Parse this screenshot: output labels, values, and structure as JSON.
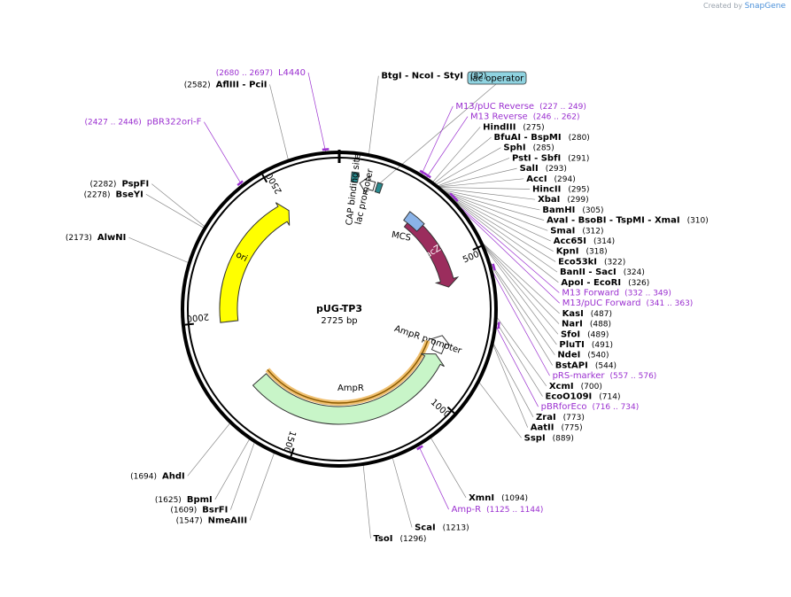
{
  "credit": {
    "prefix": "Created by",
    "brand": "SnapGene"
  },
  "plasmid": {
    "name": "pUG-TP3",
    "length": "2725 bp",
    "total": 2725
  },
  "ticks": [
    {
      "pos": 500,
      "label": "500"
    },
    {
      "pos": 1000,
      "label": "1000"
    },
    {
      "pos": 1500,
      "label": "1500"
    },
    {
      "pos": 2000,
      "label": "2000"
    },
    {
      "pos": 2500,
      "label": "2500"
    }
  ],
  "features": [
    {
      "name": "lacZα",
      "start": 290,
      "end": 595,
      "dir": 1,
      "color": "#9b2d5d",
      "label": "lacZα"
    },
    {
      "name": "MCS",
      "start": 272,
      "end": 340,
      "dir": 0,
      "color": "#8ab3e8",
      "label": "MCS"
    },
    {
      "name": "lac promoter",
      "start": 70,
      "end": 120,
      "dir": -1,
      "color": "#ffffff",
      "label": "lac promoter"
    },
    {
      "name": "lac operator",
      "start": 128,
      "end": 145,
      "dir": 0,
      "color": "#2a8a8e",
      "label": "lac operator"
    },
    {
      "name": "CAP binding site",
      "start": 40,
      "end": 62,
      "dir": 0,
      "color": "#2a8a8e",
      "label": "CAP binding site"
    },
    {
      "name": "AmpR promoter",
      "start": 790,
      "end": 860,
      "dir": -1,
      "color": "#ffffff",
      "label": "AmpR promoter"
    },
    {
      "name": "AmpR",
      "start": 870,
      "end": 1730,
      "dir": -1,
      "color": "#c8f5c8",
      "label": "AmpR"
    },
    {
      "name": "ori",
      "start": 1995,
      "end": 2520,
      "dir": 1,
      "color": "#ffff00",
      "label": "ori"
    }
  ],
  "enzymes": [
    {
      "pos": 82,
      "lines": [
        {
          "name": "BtgI",
          "sep": " - "
        },
        {
          "name": "NcoI",
          "sep": " - "
        },
        {
          "name": "StyI"
        }
      ],
      "num": "(82)"
    },
    {
      "pos": 275,
      "lines": [
        {
          "name": "HindIII"
        }
      ],
      "num": "(275)"
    },
    {
      "pos": 280,
      "lines": [
        {
          "name": "BfuAI",
          "sep": " - "
        },
        {
          "name": "BspMI"
        }
      ],
      "num": "(280)"
    },
    {
      "pos": 285,
      "lines": [
        {
          "name": "SphI"
        }
      ],
      "num": "(285)"
    },
    {
      "pos": 291,
      "lines": [
        {
          "name": "PstI",
          "sep": " - "
        },
        {
          "name": "SbfI"
        }
      ],
      "num": "(291)"
    },
    {
      "pos": 293,
      "lines": [
        {
          "name": "SalI"
        }
      ],
      "num": "(293)"
    },
    {
      "pos": 294,
      "lines": [
        {
          "name": "AccI"
        }
      ],
      "num": "(294)"
    },
    {
      "pos": 295,
      "lines": [
        {
          "name": "HincII"
        }
      ],
      "num": "(295)"
    },
    {
      "pos": 299,
      "lines": [
        {
          "name": "XbaI"
        }
      ],
      "num": "(299)"
    },
    {
      "pos": 305,
      "lines": [
        {
          "name": "BamHI"
        }
      ],
      "num": "(305)"
    },
    {
      "pos": 310,
      "lines": [
        {
          "name": "AvaI",
          "sep": " - "
        },
        {
          "name": "BsoBI",
          "sep": " - "
        },
        {
          "name": "TspMI",
          "sep": " - "
        },
        {
          "name": "XmaI"
        }
      ],
      "num": "(310)"
    },
    {
      "pos": 312,
      "lines": [
        {
          "name": "SmaI"
        }
      ],
      "num": "(312)"
    },
    {
      "pos": 314,
      "lines": [
        {
          "name": "Acc65I"
        }
      ],
      "num": "(314)"
    },
    {
      "pos": 318,
      "lines": [
        {
          "name": "KpnI"
        }
      ],
      "num": "(318)"
    },
    {
      "pos": 322,
      "lines": [
        {
          "name": "Eco53kI"
        }
      ],
      "num": "(322)"
    },
    {
      "pos": 324,
      "lines": [
        {
          "name": "BanII",
          "sep": " - "
        },
        {
          "name": "SacI"
        }
      ],
      "num": "(324)"
    },
    {
      "pos": 326,
      "lines": [
        {
          "name": "ApoI",
          "sep": " - "
        },
        {
          "name": "EcoRI"
        }
      ],
      "num": "(326)"
    },
    {
      "pos": 487,
      "lines": [
        {
          "name": "KasI"
        }
      ],
      "num": "(487)"
    },
    {
      "pos": 488,
      "lines": [
        {
          "name": "NarI"
        }
      ],
      "num": "(488)"
    },
    {
      "pos": 489,
      "lines": [
        {
          "name": "SfoI"
        }
      ],
      "num": "(489)"
    },
    {
      "pos": 491,
      "lines": [
        {
          "name": "PluTI"
        }
      ],
      "num": "(491)"
    },
    {
      "pos": 540,
      "lines": [
        {
          "name": "NdeI"
        }
      ],
      "num": "(540)"
    },
    {
      "pos": 544,
      "lines": [
        {
          "name": "BstAPI"
        }
      ],
      "num": "(544)"
    },
    {
      "pos": 700,
      "lines": [
        {
          "name": "XcmI"
        }
      ],
      "num": "(700)"
    },
    {
      "pos": 714,
      "lines": [
        {
          "name": "EcoO109I"
        }
      ],
      "num": "(714)"
    },
    {
      "pos": 773,
      "lines": [
        {
          "name": "ZraI"
        }
      ],
      "num": "(773)"
    },
    {
      "pos": 775,
      "lines": [
        {
          "name": "AatII"
        }
      ],
      "num": "(775)"
    },
    {
      "pos": 889,
      "lines": [
        {
          "name": "SspI"
        }
      ],
      "num": "(889)"
    },
    {
      "pos": 1094,
      "lines": [
        {
          "name": "XmnI"
        }
      ],
      "num": "(1094)"
    },
    {
      "pos": 1213,
      "lines": [
        {
          "name": "ScaI"
        }
      ],
      "num": "(1213)"
    },
    {
      "pos": 1296,
      "lines": [
        {
          "name": "TsoI"
        }
      ],
      "num": "(1296)"
    },
    {
      "pos": 1547,
      "lines": [
        {
          "name": "NmeAIII"
        }
      ],
      "num": "(1547)"
    },
    {
      "pos": 1609,
      "lines": [
        {
          "name": "BsrFI"
        }
      ],
      "num": "(1609)"
    },
    {
      "pos": 1625,
      "lines": [
        {
          "name": "BpmI"
        }
      ],
      "num": "(1625)"
    },
    {
      "pos": 1694,
      "lines": [
        {
          "name": "AhdI"
        }
      ],
      "num": "(1694)"
    },
    {
      "pos": 2173,
      "lines": [
        {
          "name": "AlwNI"
        }
      ],
      "num": "(2173)"
    },
    {
      "pos": 2278,
      "lines": [
        {
          "name": "BseYI"
        }
      ],
      "num": "(2278)"
    },
    {
      "pos": 2282,
      "lines": [
        {
          "name": "PspFI"
        }
      ],
      "num": "(2282)"
    },
    {
      "pos": 2582,
      "lines": [
        {
          "name": "AflIII",
          "sep": " - "
        },
        {
          "name": "PciI"
        }
      ],
      "num": "(2582)"
    }
  ],
  "primers": [
    {
      "pos": 238,
      "name": "M13/pUC Reverse",
      "range": "(227 .. 249)"
    },
    {
      "pos": 254,
      "name": "M13 Reverse",
      "range": "(246 .. 262)"
    },
    {
      "pos": 340,
      "name": "M13 Forward",
      "range": "(332 .. 349)"
    },
    {
      "pos": 352,
      "name": "M13/pUC Forward",
      "range": "(341 .. 363)"
    },
    {
      "pos": 566,
      "name": "pRS-marker",
      "range": "(557 .. 576)"
    },
    {
      "pos": 725,
      "name": "pBRforEco",
      "range": "(716 .. 734)"
    },
    {
      "pos": 1134,
      "name": "Amp-R",
      "range": "(1125 .. 1144)"
    },
    {
      "pos": 2436,
      "name": "pBR322ori-F",
      "range": "(2427 .. 2446)"
    },
    {
      "pos": 2688,
      "name": "L4440",
      "range": "(2680 .. 2697)"
    }
  ],
  "lacOperatorBox": {
    "label": "lac operator",
    "color": "#8fd3e0"
  },
  "colors": {
    "primer": "#9b30d0",
    "leader": "#888888",
    "backbone": "#000000"
  }
}
